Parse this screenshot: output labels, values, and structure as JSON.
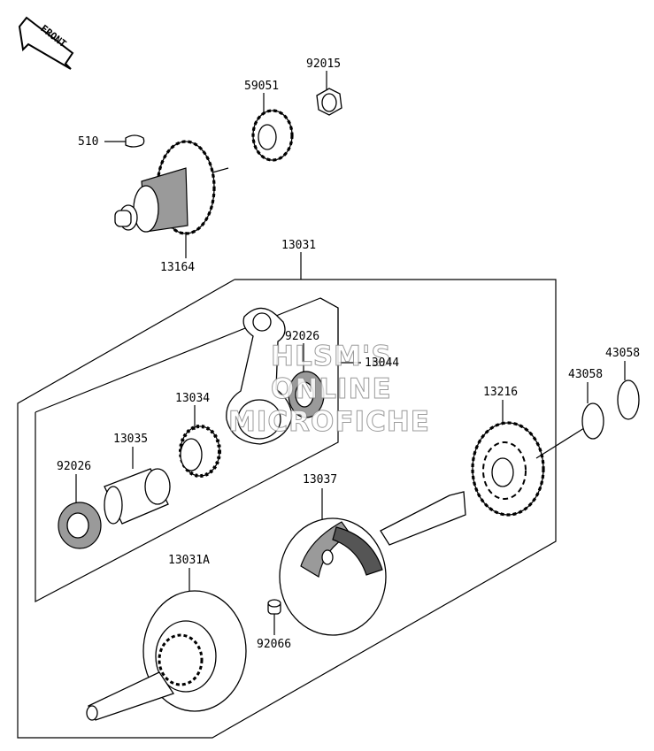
{
  "front_badge": "FRONT",
  "watermark": [
    "HLSM'S",
    "ONLINE",
    "MICROFICHE"
  ],
  "parts": {
    "p510": "510",
    "p13164": "13164",
    "p59051": "59051",
    "p92015": "92015",
    "p13031": "13031",
    "p92026_upper": "92026",
    "p13044": "13044",
    "p13034": "13034",
    "p13035": "13035",
    "p92026_lower": "92026",
    "p13216": "13216",
    "p43058_a": "43058",
    "p43058_b": "43058",
    "p13037": "13037",
    "p13031a": "13031A",
    "p92066": "92066"
  }
}
